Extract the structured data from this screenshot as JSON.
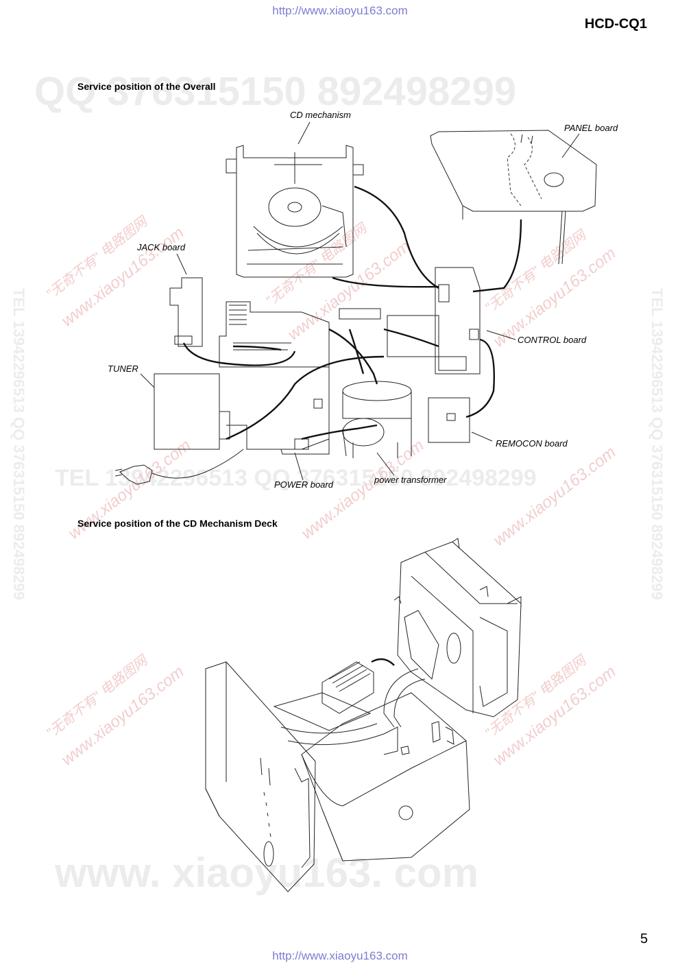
{
  "header": {
    "url_top": "http://www.xiaoyu163.com",
    "model": "HCD-CQ1"
  },
  "section1": {
    "title": "Service position of the Overall",
    "labels": {
      "cd_mechanism": "CD mechanism",
      "panel_board": "PANEL board",
      "jack_board": "JACK board",
      "control_board": "CONTROL board",
      "tuner": "TUNER",
      "remocon_board": "REMOCON board",
      "power_board": "POWER board",
      "power_transformer": "power transformer"
    }
  },
  "section2": {
    "title": "Service position of the CD Mechanism Deck"
  },
  "watermarks": {
    "qq_line": "QQ 376315150  892498299",
    "tel_line": "TEL 13942296513  QQ 376315150  892498299",
    "site": "www.xiaoyu163.com",
    "brand": "\"无奇不有\" 电路图网",
    "bottom": "www. xiaoyu163. com",
    "side_right": "TEL 13942296513  QQ 376315150  892498299",
    "side_left": "TEL 13942296513  QQ 376315150  892498299"
  },
  "footer": {
    "page_number": "5",
    "url_bottom": "http://www.xiaoyu163.com"
  }
}
